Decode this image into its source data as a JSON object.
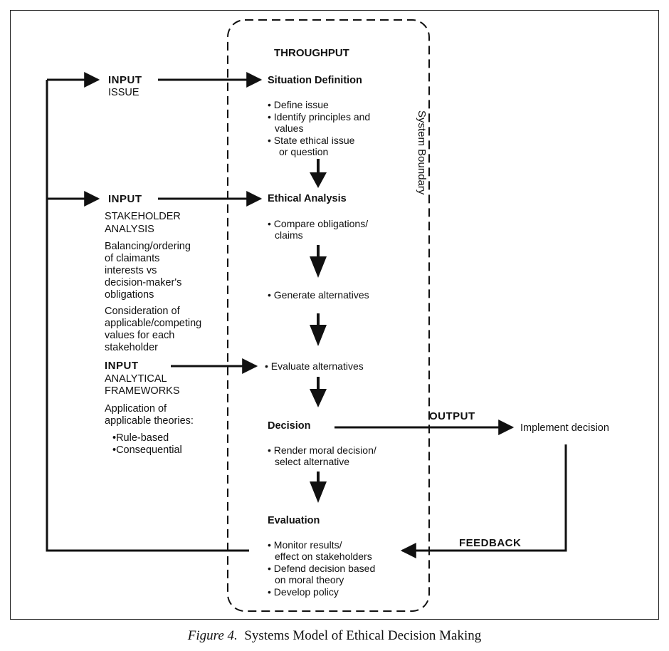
{
  "throughput_title": "THROUGHPUT",
  "system_boundary": "System Boundary",
  "inputs": [
    {
      "head": "INPUT",
      "lines": [
        "ISSUE"
      ]
    },
    {
      "head": "INPUT",
      "lines": [
        "STAKEHOLDER",
        "ANALYSIS"
      ],
      "notes": [
        [
          "Balancing/ordering",
          "of claimants",
          "interests vs",
          "decision-maker's",
          "obligations"
        ],
        [
          "Consideration of",
          "applicable/competing",
          "values for each",
          "stakeholder"
        ]
      ]
    },
    {
      "head": "INPUT",
      "lines": [
        "ANALYTICAL",
        "FRAMEWORKS"
      ],
      "notes": [
        [
          "Application of",
          "applicable theories:"
        ],
        [
          "•Rule-based",
          "•Consequential"
        ]
      ]
    }
  ],
  "situation": {
    "heading": "Situation Definition",
    "items": [
      [
        "• Define issue"
      ],
      [
        "• Identify principles and",
        "values"
      ],
      [
        "• State ethical issue",
        "or question"
      ]
    ]
  },
  "ethical": {
    "heading": "Ethical Analysis",
    "items": [
      [
        "• Compare obligations/",
        "claims"
      ],
      [
        "• Generate alternatives"
      ],
      [
        "• Evaluate alternatives"
      ]
    ]
  },
  "decision": {
    "heading": "Decision",
    "items": [
      [
        "• Render moral decision/",
        "select alternative"
      ]
    ]
  },
  "evaluation": {
    "heading": "Evaluation",
    "items": [
      [
        "• Monitor results/",
        "effect on stakeholders"
      ],
      [
        "• Defend decision based",
        "on moral theory"
      ],
      [
        "• Develop policy"
      ]
    ]
  },
  "output_label": "OUTPUT",
  "implement": "Implement decision",
  "feedback_label": "FEEDBACK",
  "caption": {
    "figure": "Figure 4.",
    "title": "Systems Model of Ethical Decision Making"
  }
}
